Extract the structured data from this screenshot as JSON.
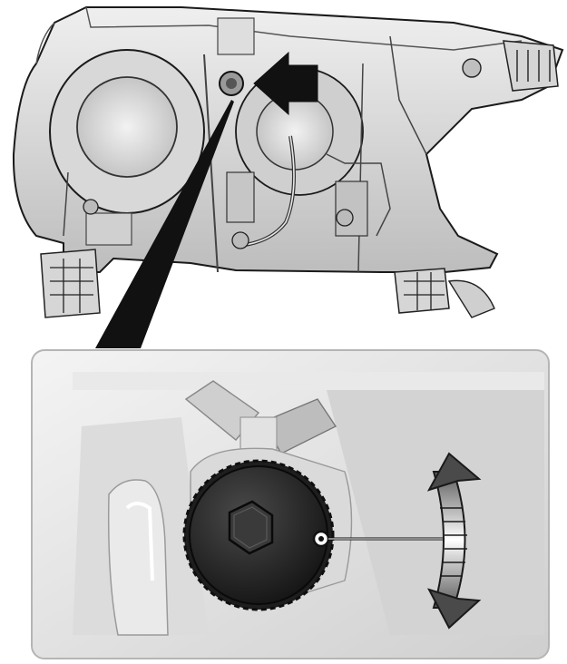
{
  "diagram": {
    "subject": "headlamp-assembly-rear-view",
    "callout": "adjuster-location-arrow",
    "detail": "vertical-aim-adjuster-closeup",
    "adjust_direction_indicator": "bidirectional-rotation-arrow"
  },
  "colors": {
    "background": "#ffffff",
    "housing_light": "#e6e6e6",
    "housing_mid": "#c8c8c8",
    "housing_dark": "#8a8a8a",
    "outline": "#1a1a1a",
    "knob": "#262626",
    "arrow": "#111111"
  }
}
